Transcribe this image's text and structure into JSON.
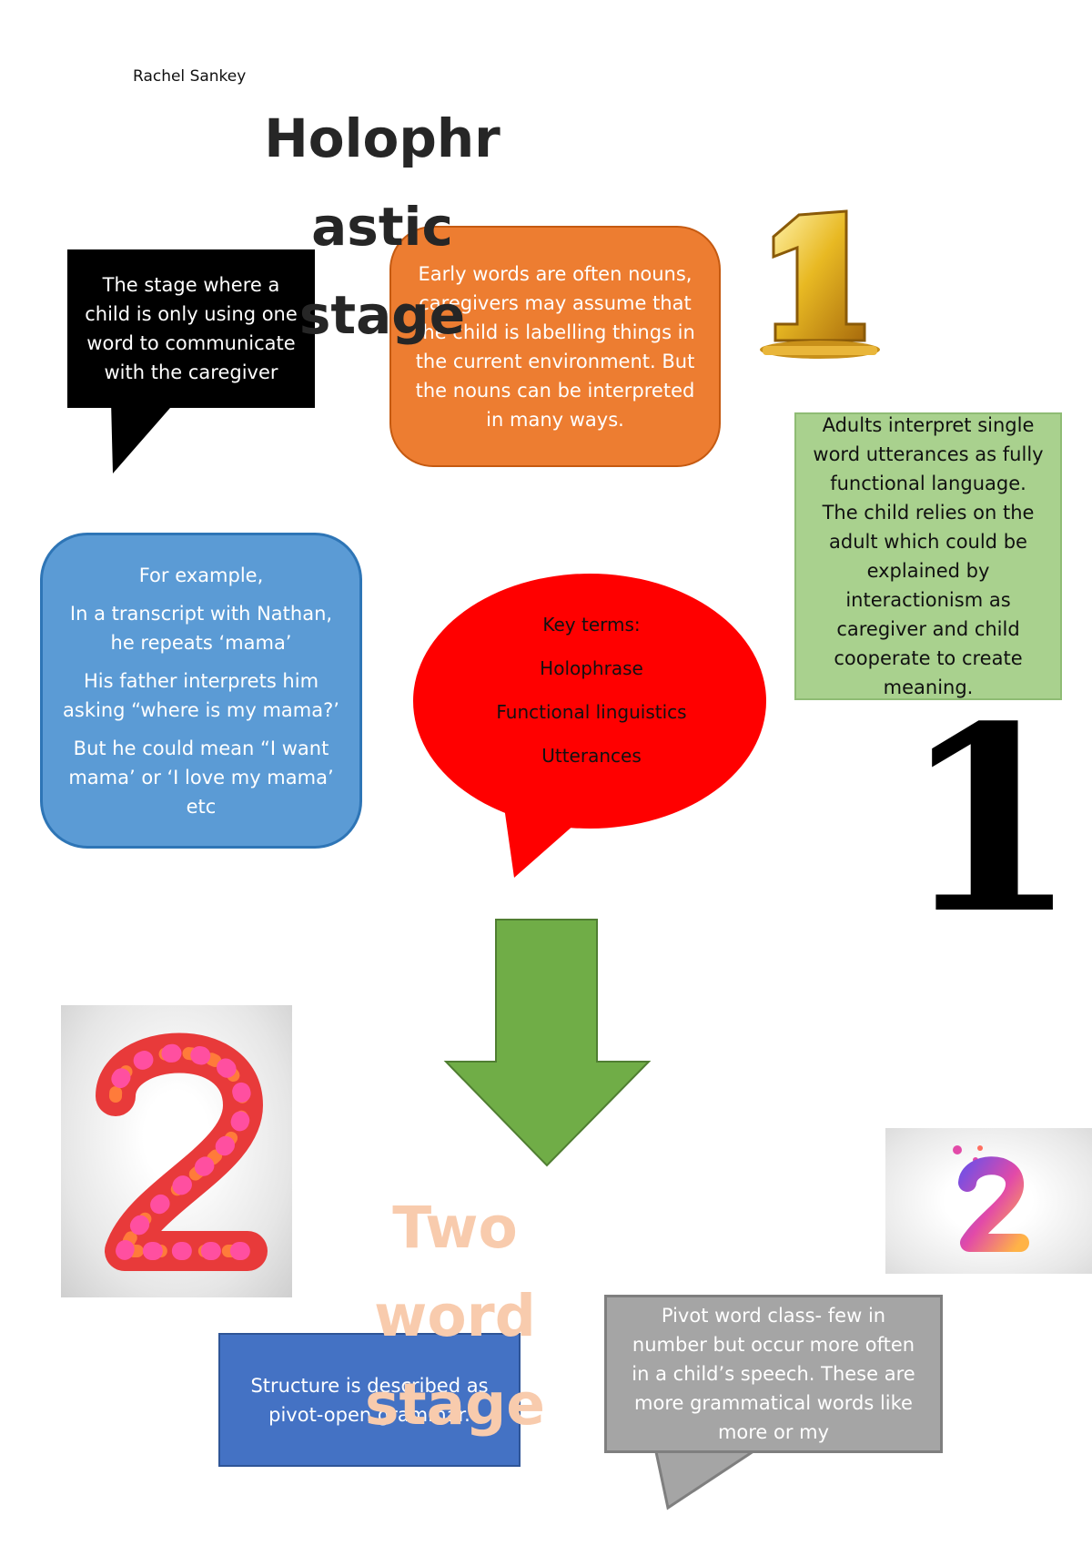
{
  "author": "Rachel Sankey",
  "title_stage1": "Holophr astic stage",
  "definition_text": "The stage where a child is only using one word to communicate with the caregiver",
  "nouns_text": "Early words are often nouns, caregivers may assume that the child is labelling things in the current environment. But the nouns can be interpreted in many ways.",
  "adults_text": "Adults interpret single word utterances as fully functional language. The child relies on the adult which could be explained by interactionism as caregiver and child cooperate to create meaning.",
  "example": {
    "line1": "For example,",
    "line2": "In a transcript with Nathan, he repeats ‘mama’",
    "line3": "His father interprets him asking “where is my mama?’",
    "line4": "But he could mean “I want mama’ or ‘I love my mama’ etc"
  },
  "key_terms": {
    "heading": "Key terms:",
    "items": [
      "Holophrase",
      "Functional linguistics",
      "Utterances"
    ]
  },
  "big_number_one": "1",
  "title_stage2": "Two word stage",
  "pivot_open_text": "Structure is described as pivot-open grammar.",
  "pivot_class_text": "Pivot word class- few in number but occur more often in a child’s speech. These are more grammatical words like more or my",
  "colors": {
    "orange": "#ed7d31",
    "green": "#a9d18e",
    "blue": "#5b9bd5",
    "red": "#ff0000",
    "arrow_green": "#70ad47",
    "dark_blue": "#4472c4",
    "grey": "#a5a5a5",
    "peach": "#f8cbad",
    "gold": "#d4a017"
  },
  "icons": [
    "gold-number-one-icon",
    "flower-number-two-image",
    "gradient-number-two-icon",
    "down-arrow-icon"
  ]
}
